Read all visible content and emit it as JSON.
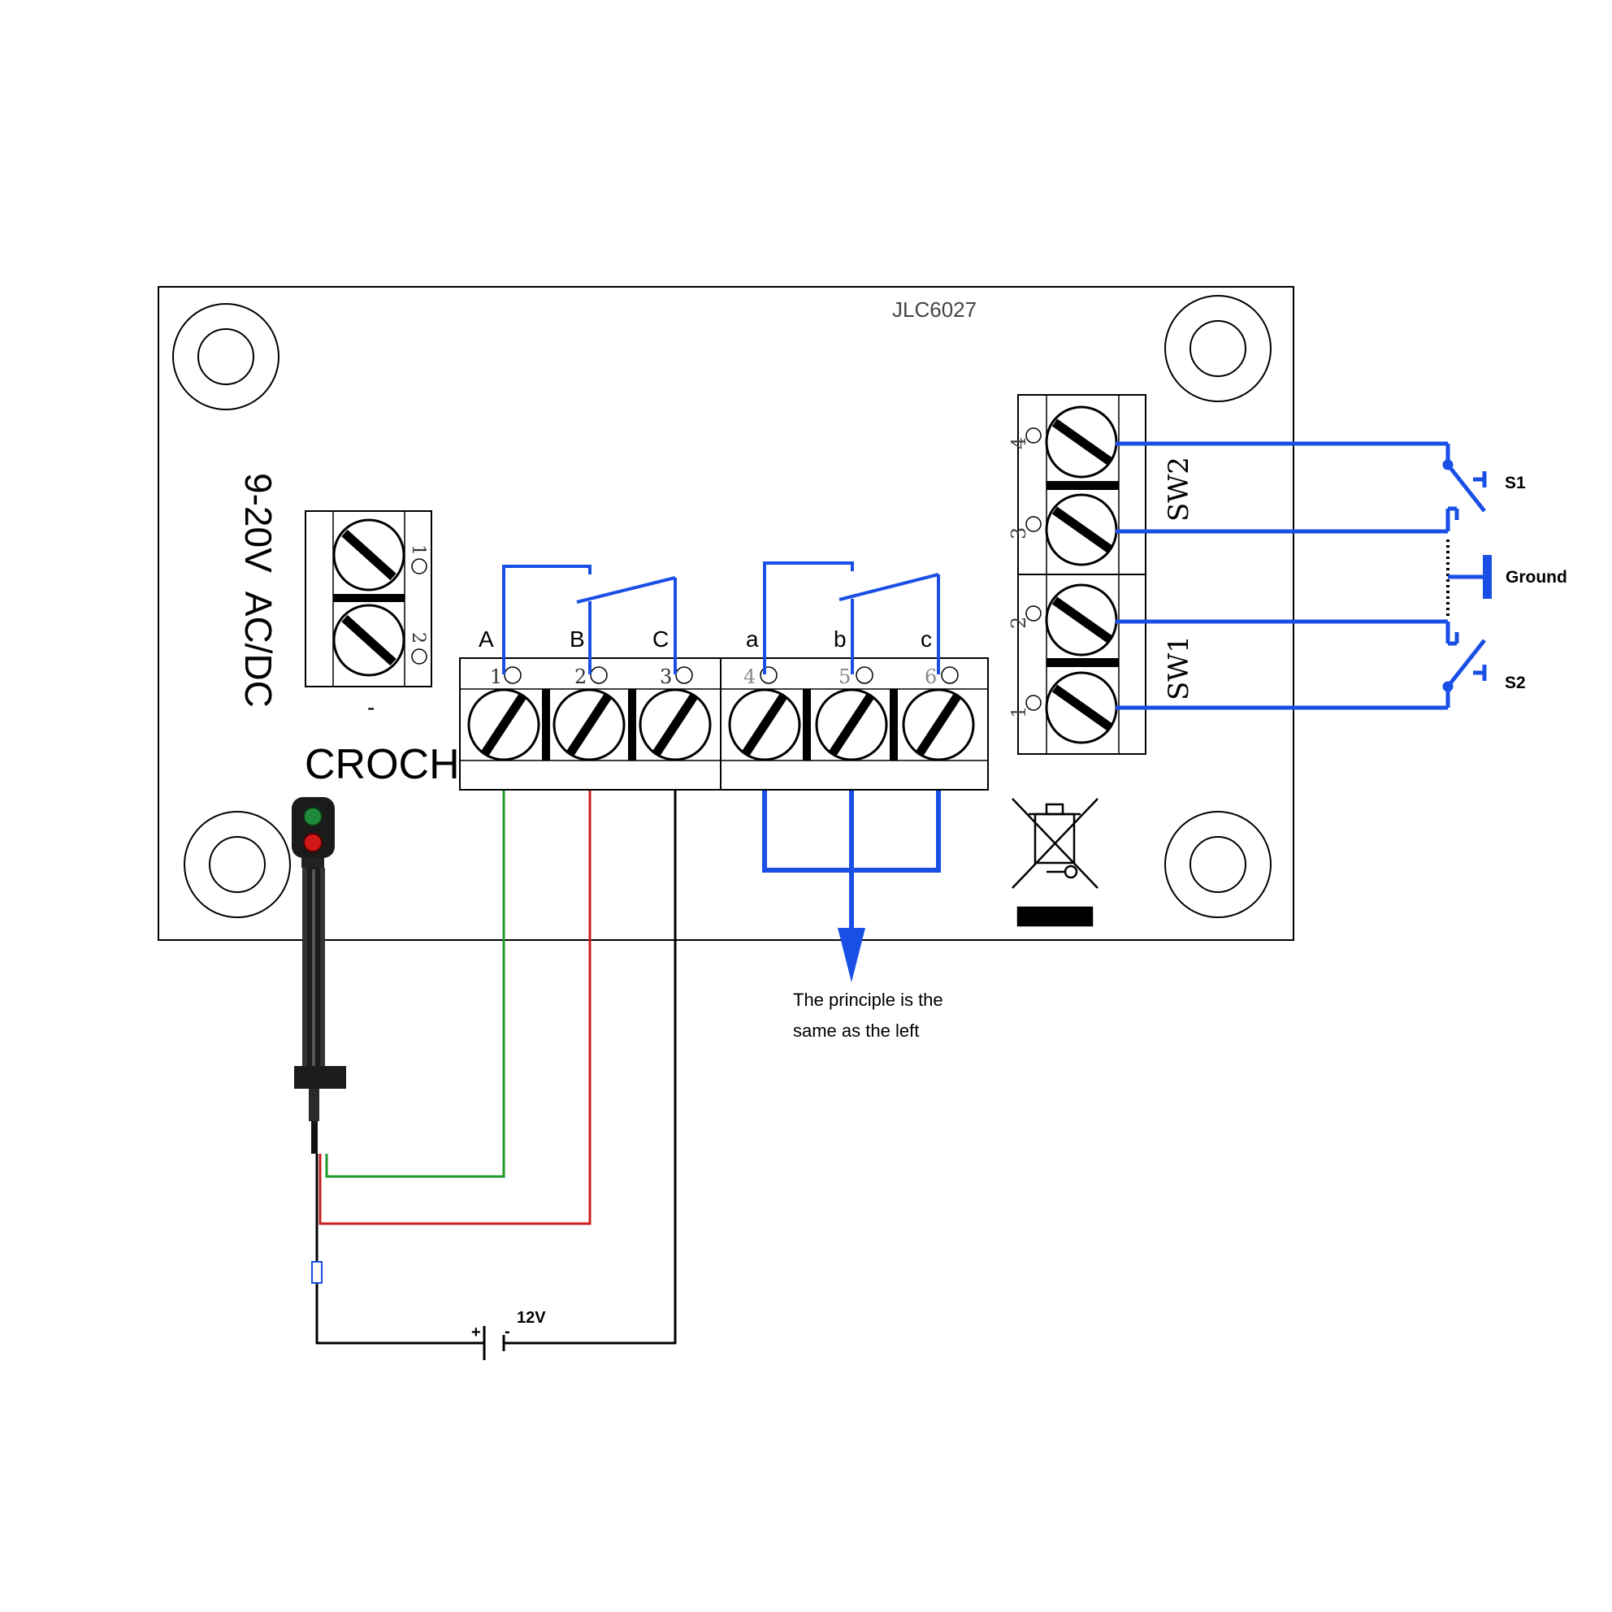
{
  "board": {
    "model": "JLC6027",
    "brand": "CROCH",
    "power_label": "9-20V  AC/DC",
    "power_pins": [
      "1",
      "2"
    ],
    "power_dash": "-"
  },
  "terminals_left": {
    "letters": [
      "A",
      "B",
      "C"
    ],
    "pins": [
      "1",
      "2",
      "3"
    ]
  },
  "terminals_right": {
    "letters": [
      "a",
      "b",
      "c"
    ],
    "pins": [
      "4",
      "5",
      "6"
    ]
  },
  "switch_block": {
    "pins": [
      "4",
      "3",
      "2",
      "1"
    ],
    "labels": [
      "SW2",
      "SW1"
    ]
  },
  "external": {
    "switch_labels": [
      "S1",
      "S2"
    ],
    "ground_label": "Ground",
    "note_lines": [
      "The principle is the",
      "same as the left"
    ],
    "battery_label": "12V",
    "battery_plus": "+",
    "battery_minus": "-"
  },
  "colors": {
    "wire_blue": "#1a4fe6",
    "wire_green": "#1f9a2a",
    "wire_red": "#c81e1e",
    "wire_black": "#000000",
    "led_green": "#1e8a3a",
    "led_red": "#d01818"
  },
  "icons": [
    "weee-bin-icon",
    "screw-terminal-icon",
    "signal-mast-icon",
    "resistor-icon",
    "battery-icon"
  ]
}
